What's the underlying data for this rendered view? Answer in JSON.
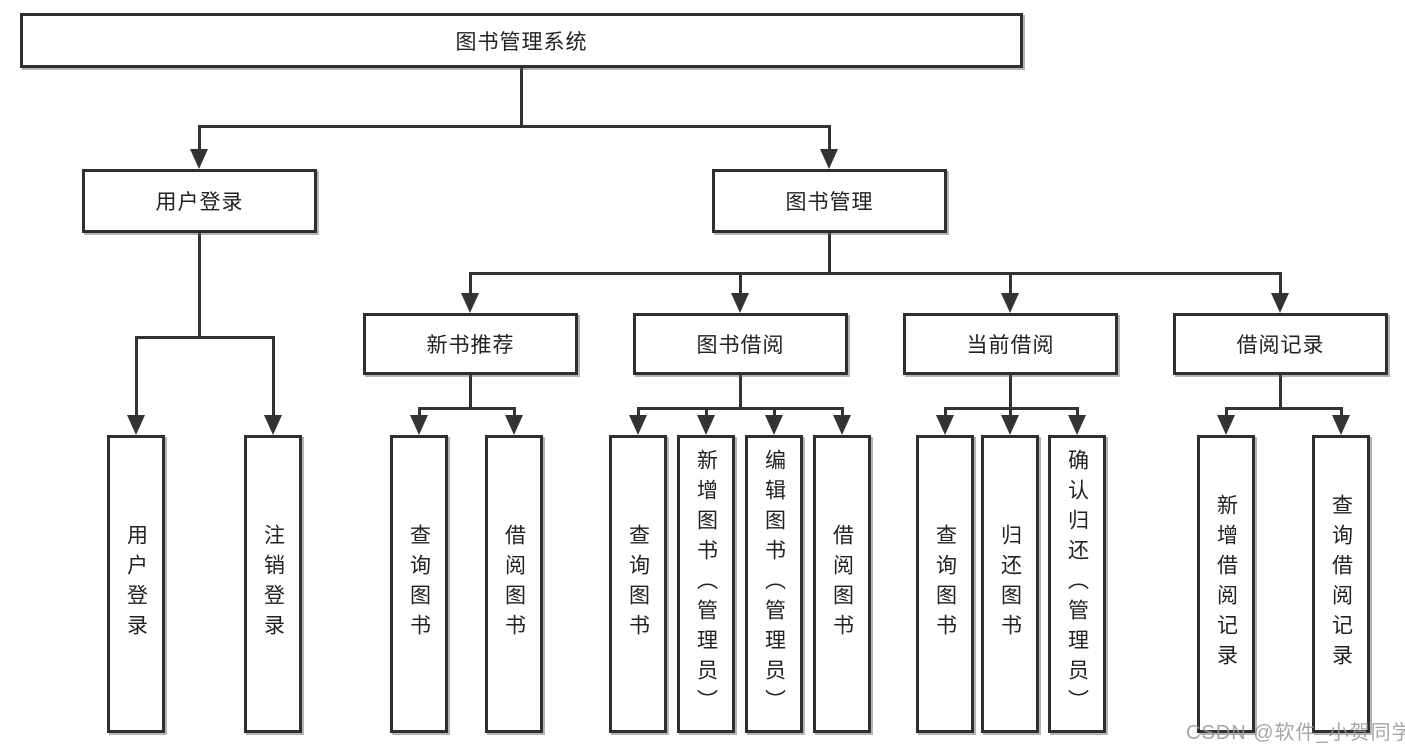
{
  "tree": {
    "label": "图书管理系统",
    "children": [
      {
        "label": "用户登录",
        "children": [
          {
            "label": "用户登录"
          },
          {
            "label": "注销登录"
          }
        ]
      },
      {
        "label": "图书管理",
        "children": [
          {
            "label": "新书推荐",
            "children": [
              {
                "label": "查询图书"
              },
              {
                "label": "借阅图书"
              }
            ]
          },
          {
            "label": "图书借阅",
            "children": [
              {
                "label": "查询图书"
              },
              {
                "label": "新增图书（管理员）"
              },
              {
                "label": "编辑图书（管理员）"
              },
              {
                "label": "借阅图书"
              }
            ]
          },
          {
            "label": "当前借阅",
            "children": [
              {
                "label": "查询图书"
              },
              {
                "label": "归还图书"
              },
              {
                "label": "确认归还（管理员）"
              }
            ]
          },
          {
            "label": "借阅记录",
            "children": [
              {
                "label": "新增借阅记录"
              },
              {
                "label": "查询借阅记录"
              }
            ]
          }
        ]
      }
    ]
  },
  "watermark": "CSDN @软件_小贺同学",
  "colors": {
    "line": "#333333",
    "border": "#2f2f2f",
    "text": "#222222",
    "background": "#ffffff",
    "watermark": "#969696"
  }
}
